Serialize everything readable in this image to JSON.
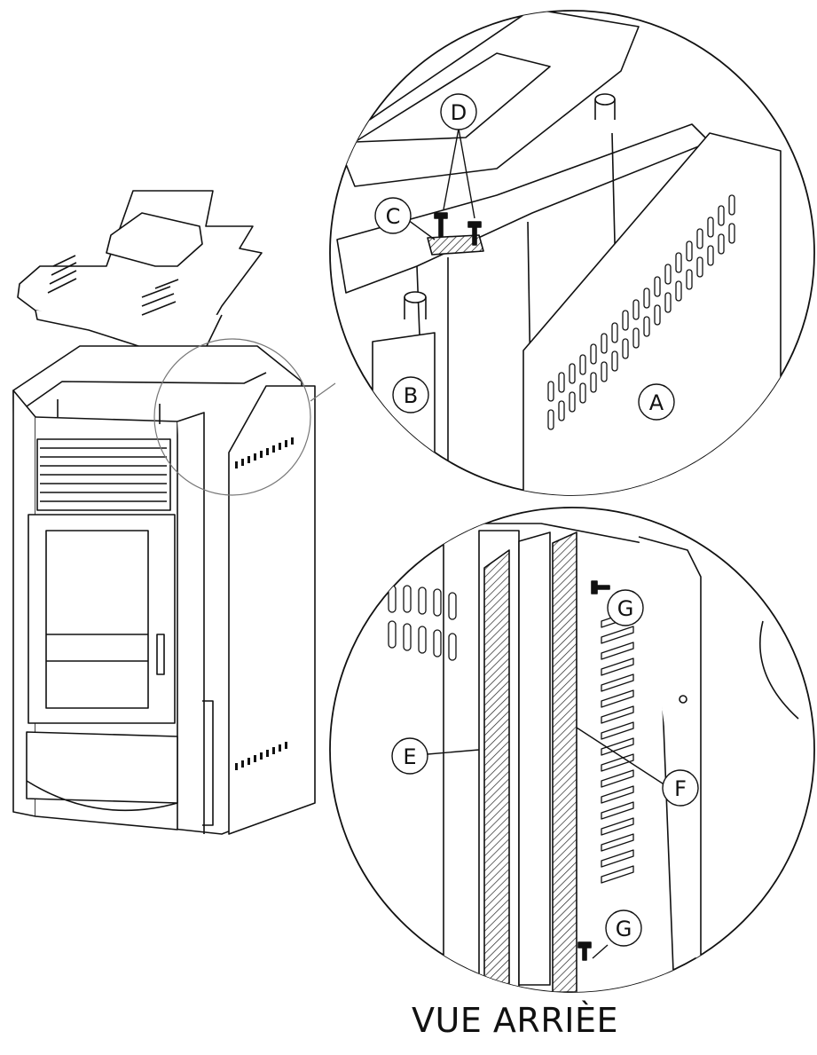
{
  "callouts": {
    "a": "A",
    "b": "B",
    "c": "C",
    "d": "D",
    "e": "E",
    "f": "F",
    "g1": "G",
    "g2": "G"
  },
  "caption": "VUE ARRIÈE"
}
